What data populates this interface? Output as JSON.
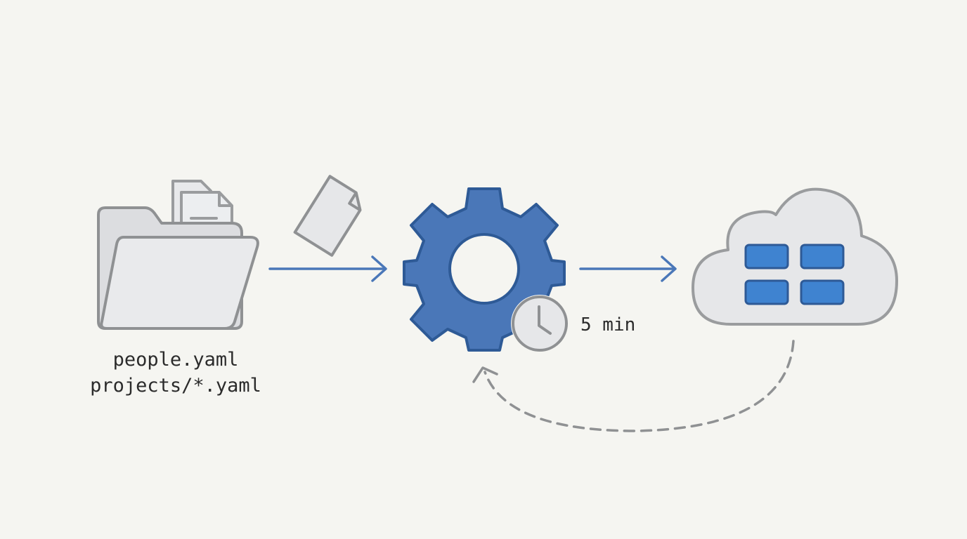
{
  "diagram": {
    "source": {
      "icon": "folder-with-documents-icon",
      "files": [
        "people.yaml",
        "projects/*.yaml"
      ]
    },
    "in_transit_icon": "document-icon",
    "processor": {
      "icon": "gear-icon",
      "schedule_icon": "clock-icon",
      "interval": "5 min"
    },
    "destination": {
      "icon": "cloud-database-icon"
    },
    "feedback": {
      "style": "dashed-arrow",
      "from": "cloud",
      "to": "gear"
    },
    "colors": {
      "background": "#f5f5f1",
      "accent_blue": "#4a77b8",
      "accent_blue_dark": "#2e5a96",
      "cell_blue": "#3f83d0",
      "outline_gray": "#8f9193",
      "fill_gray": "#e6e7e9",
      "text": "#2b2b2b"
    }
  }
}
